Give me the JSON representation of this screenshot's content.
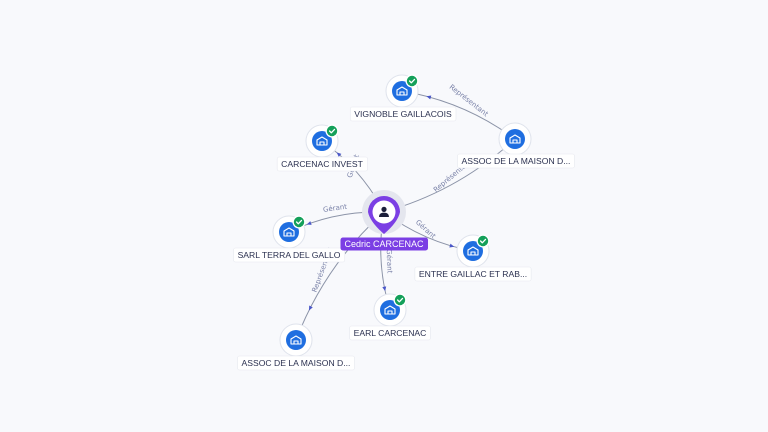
{
  "center": {
    "label": "Cedric CARCENAC",
    "icon": "person-icon",
    "color": "#7b3fe4"
  },
  "companies": [
    {
      "id": "vignoble",
      "label": "VIGNOBLE GAILLACOIS",
      "verified": true,
      "icon": "building-icon"
    },
    {
      "id": "assoc1",
      "label": "ASSOC DE LA MAISON D...",
      "verified": false,
      "icon": "building-icon"
    },
    {
      "id": "invest",
      "label": "CARCENAC INVEST",
      "verified": true,
      "icon": "building-icon"
    },
    {
      "id": "terra",
      "label": "SARL TERRA DEL GALLO",
      "verified": true,
      "icon": "building-icon"
    },
    {
      "id": "entre",
      "label": "ENTRE GAILLAC ET RAB...",
      "verified": true,
      "icon": "building-icon"
    },
    {
      "id": "earl",
      "label": "EARL CARCENAC",
      "verified": true,
      "icon": "building-icon"
    },
    {
      "id": "assoc2",
      "label": "ASSOC DE LA MAISON D...",
      "verified": false,
      "icon": "building-icon"
    }
  ],
  "relations": [
    {
      "from": "center",
      "to": "invest",
      "label": "Gérant"
    },
    {
      "from": "center",
      "to": "terra",
      "label": "Gérant"
    },
    {
      "from": "center",
      "to": "entre",
      "label": "Gérant"
    },
    {
      "from": "center",
      "to": "earl",
      "label": "Gérant"
    },
    {
      "from": "center",
      "to": "assoc1",
      "label": "Représentant"
    },
    {
      "from": "center",
      "to": "assoc2",
      "label": "Représentant"
    },
    {
      "from": "assoc1",
      "to": "vignoble",
      "label": "Représentant"
    }
  ],
  "colors": {
    "node": "#1f6ee0",
    "verified": "#14a05a",
    "edge": "#8b93a7",
    "edge_label": "#7a82a8",
    "arrow": "#4a57c8"
  }
}
